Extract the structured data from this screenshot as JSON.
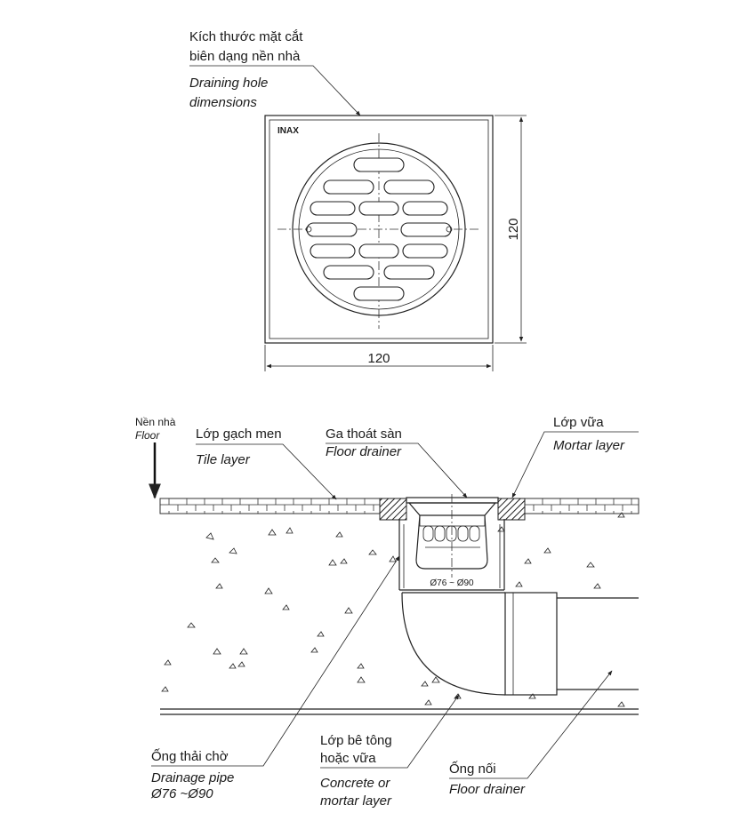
{
  "top_view": {
    "label_vi_line1": "Kích thước mặt cắt",
    "label_vi_line2": "biên dạng nền nhà",
    "label_en_line1": "Draining hole",
    "label_en_line2": "dimensions",
    "brand": "INAX",
    "width_dim": "120",
    "height_dim": "120"
  },
  "section_view": {
    "floor_vi": "Nền nhà",
    "floor_en": "Floor",
    "tile_vi": "Lớp gạch men",
    "tile_en": "Tile layer",
    "drainer_vi": "Ga thoát sàn",
    "drainer_en": "Floor drainer",
    "mortar_vi": "Lớp vữa",
    "mortar_en": "Mortar layer",
    "diameter": "Ø76 ~ Ø90",
    "pipe_vi": "Ống thải chờ",
    "pipe_en": "Drainage pipe",
    "pipe_dim": "Ø76 ~Ø90",
    "concrete_vi_line1": "Lớp bê tông",
    "concrete_vi_line2": "hoặc vữa",
    "concrete_en_line1": "Concrete or",
    "concrete_en_line2": "mortar layer",
    "joint_vi": "Ống nối",
    "joint_en": "Floor drainer"
  }
}
